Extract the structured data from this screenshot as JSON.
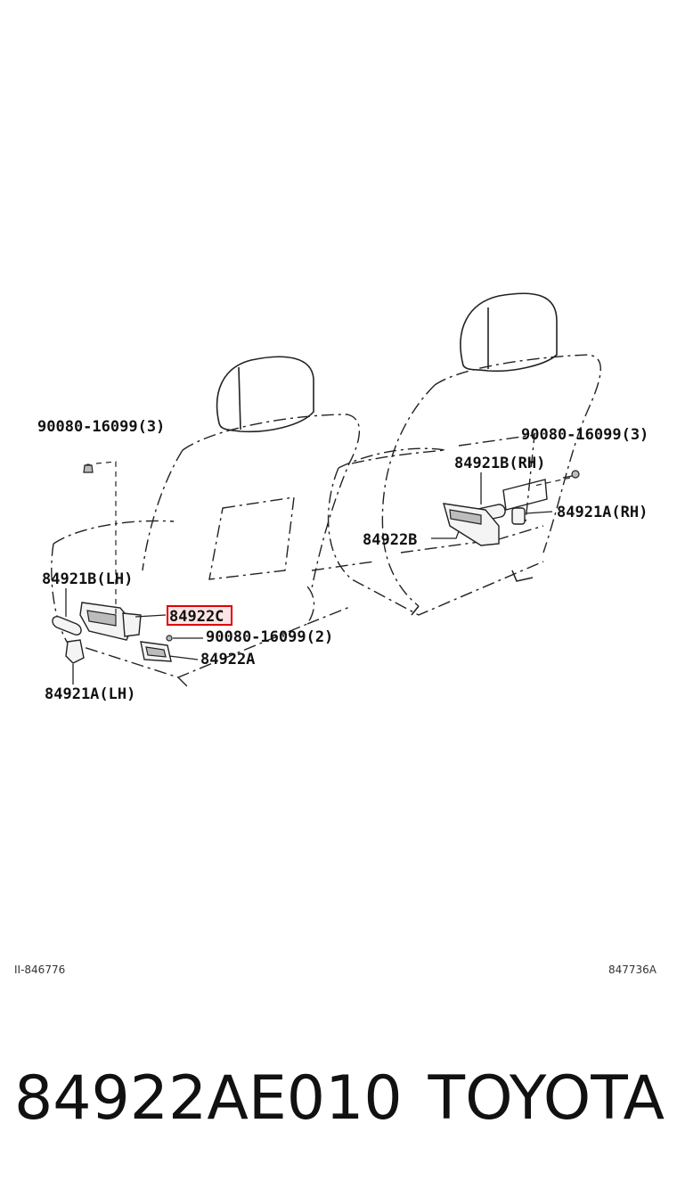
{
  "labels": {
    "bolt_lh": "90080-16099(3)",
    "bolt_rh": "90080-16099(3)",
    "bolt_center": "90080-16099(2)",
    "part_84921b_rh": "84921B(RH)",
    "part_84921a_rh": "84921A(RH)",
    "part_84922b": "84922B",
    "part_84921b_lh": "84921B(LH)",
    "part_84922c": "84922C",
    "part_84922a": "84922A",
    "part_84921a_lh": "84921A(LH)"
  },
  "codes": {
    "left": "II-846776",
    "right": "847736A"
  },
  "caption": {
    "part_number": "84922AE010",
    "brand": "TOYOTA"
  },
  "colors": {
    "highlight": "#e00000",
    "line": "#222222"
  }
}
